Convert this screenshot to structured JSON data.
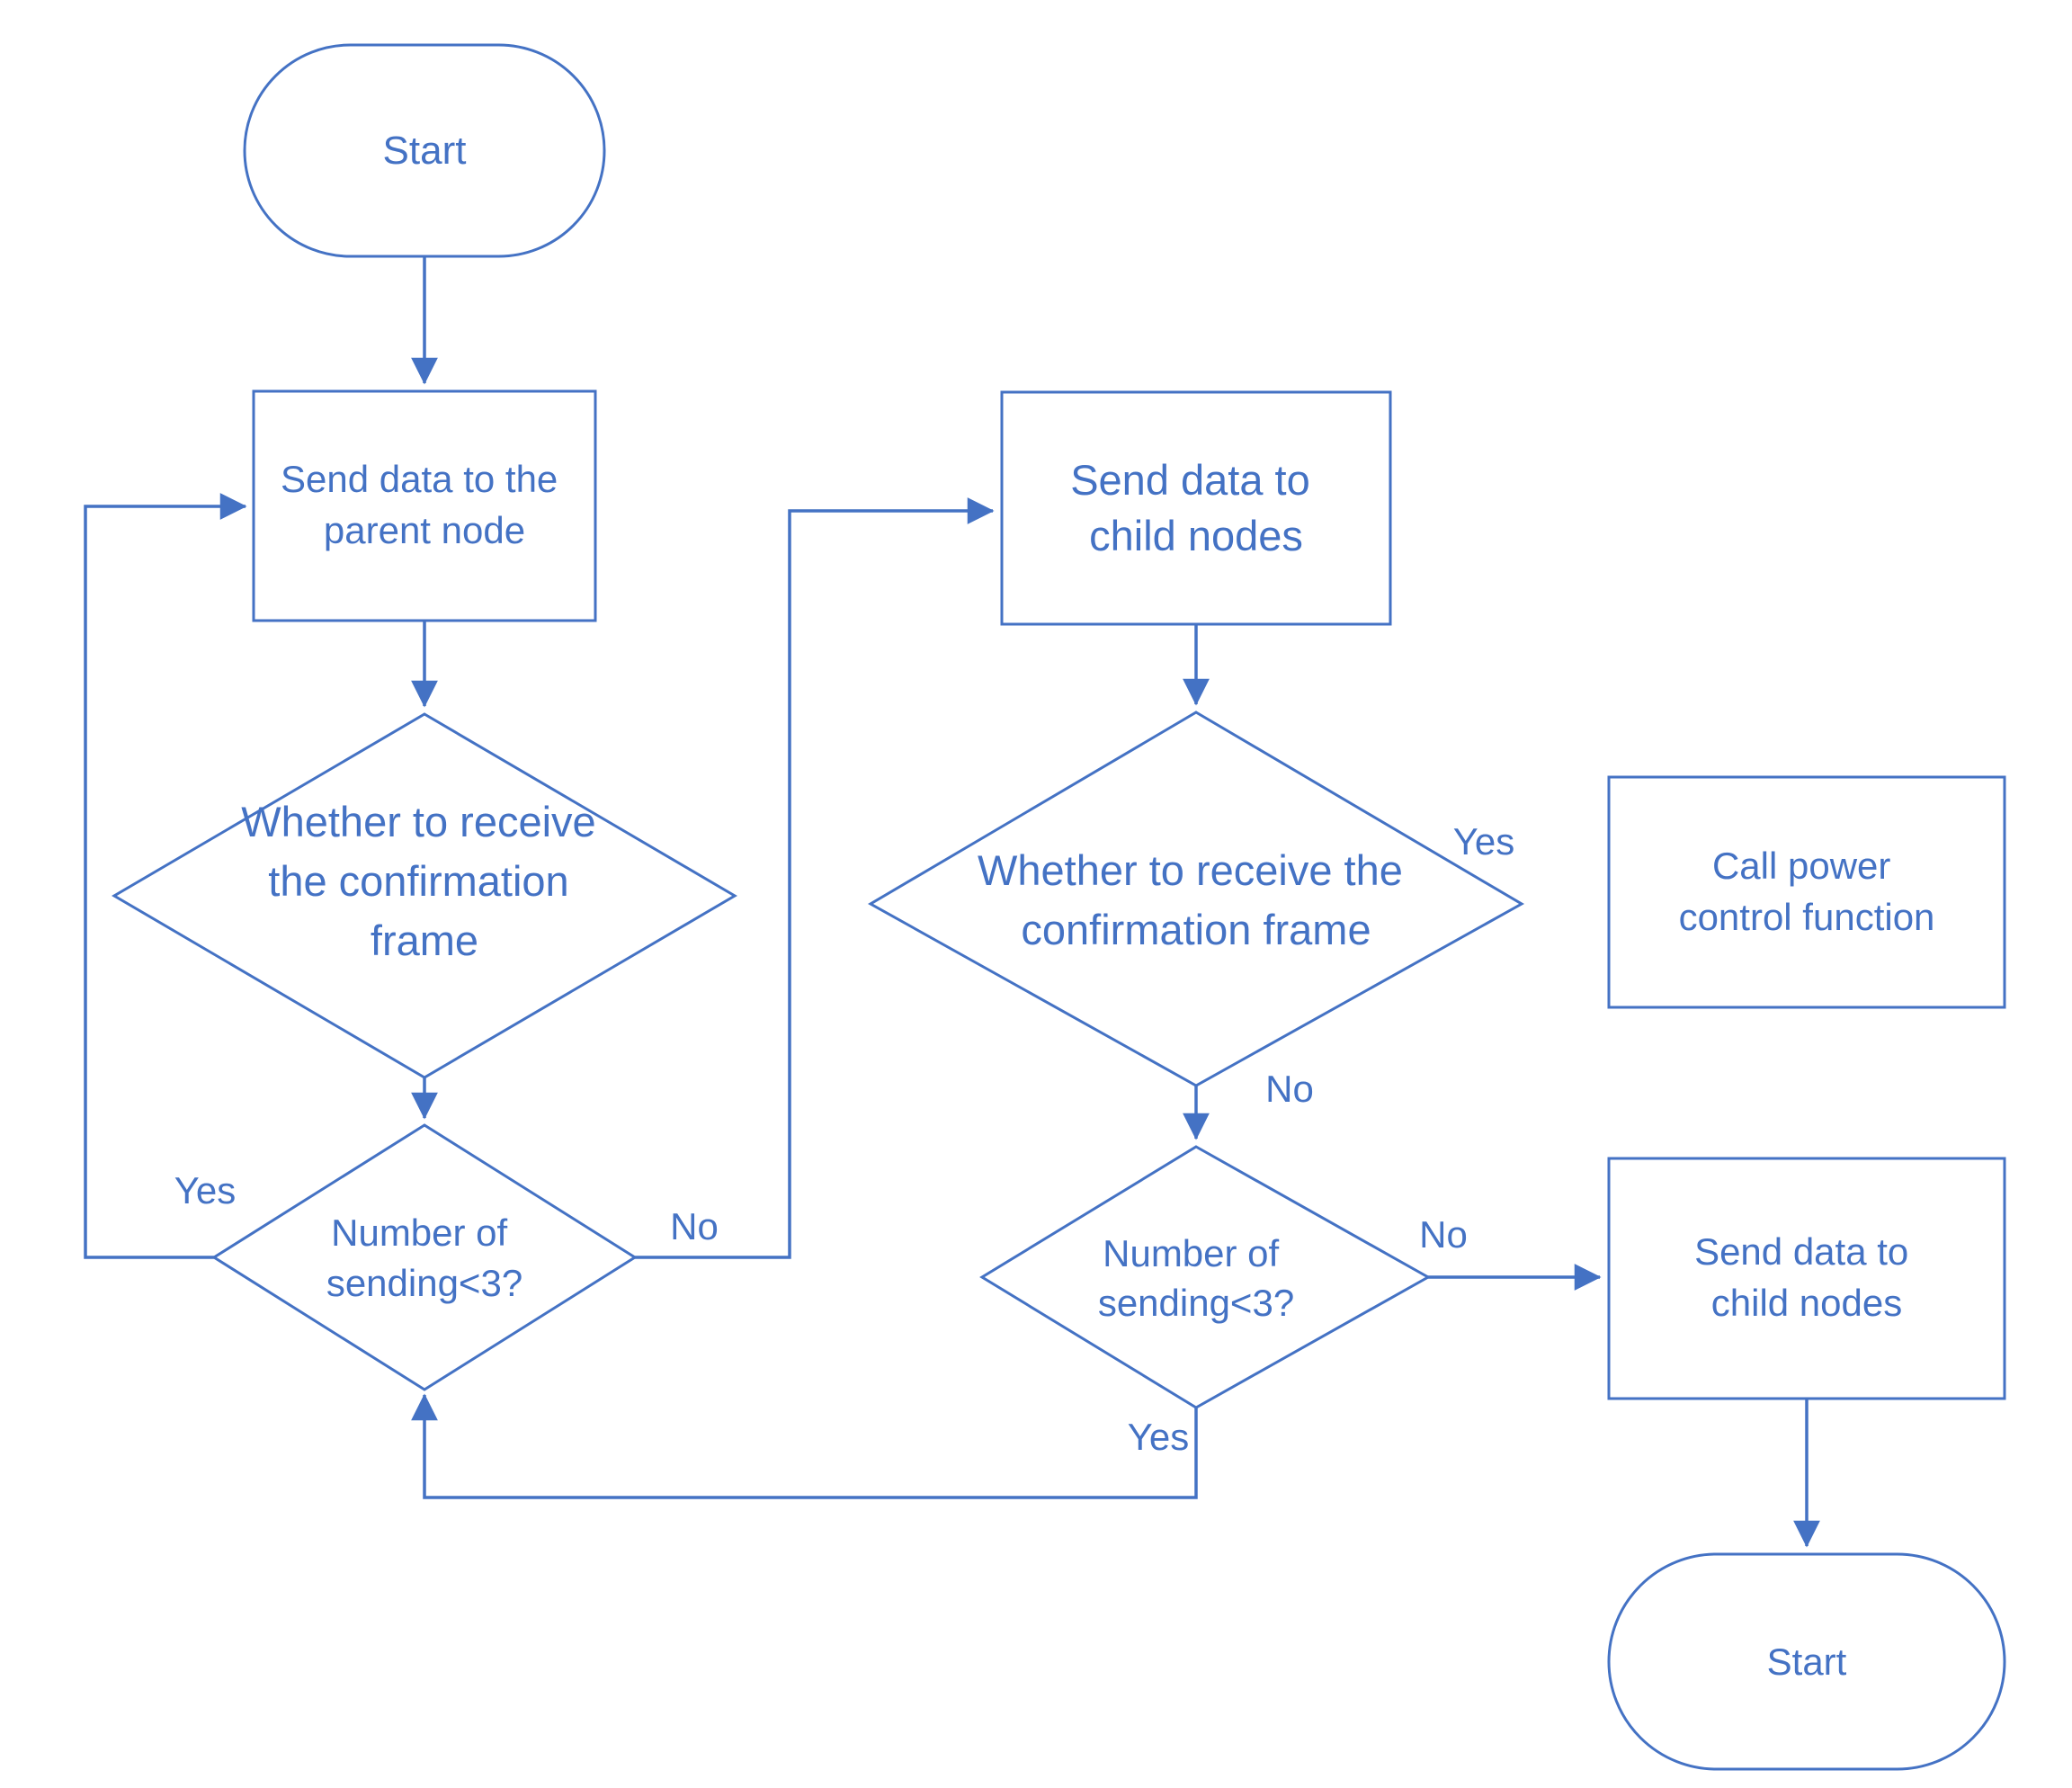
{
  "palette": {
    "stroke": "#4472C4",
    "text": "#4472C4",
    "background": "#FFFFFF"
  },
  "nodes": {
    "start_top": {
      "type": "terminator",
      "label": "Start"
    },
    "send_parent": {
      "type": "process",
      "lines": [
        "Send data to the",
        "parent node"
      ]
    },
    "confirm_parent": {
      "type": "decision",
      "lines": [
        "Whether to receive",
        "the confirmation",
        "frame"
      ]
    },
    "retry_parent": {
      "type": "decision",
      "lines": [
        "Number of",
        "sending<3?"
      ]
    },
    "send_child": {
      "type": "process",
      "lines": [
        "Send data to",
        "child nodes"
      ]
    },
    "confirm_child": {
      "type": "decision",
      "lines": [
        "Whether to receive the",
        "confirmation frame"
      ]
    },
    "retry_child": {
      "type": "decision",
      "lines": [
        "Number of",
        "sending<3?"
      ]
    },
    "call_power": {
      "type": "process",
      "lines": [
        "Call power",
        "control function"
      ]
    },
    "send_child_final": {
      "type": "process",
      "lines": [
        "Send data to",
        "child nodes"
      ]
    },
    "start_bottom": {
      "type": "terminator",
      "label": "Start"
    }
  },
  "edge_labels": {
    "retry_parent_yes": "Yes",
    "retry_parent_no": "No",
    "confirm_child_yes": "Yes",
    "confirm_child_no": "No",
    "retry_child_no": "No",
    "retry_child_yes": "Yes"
  }
}
